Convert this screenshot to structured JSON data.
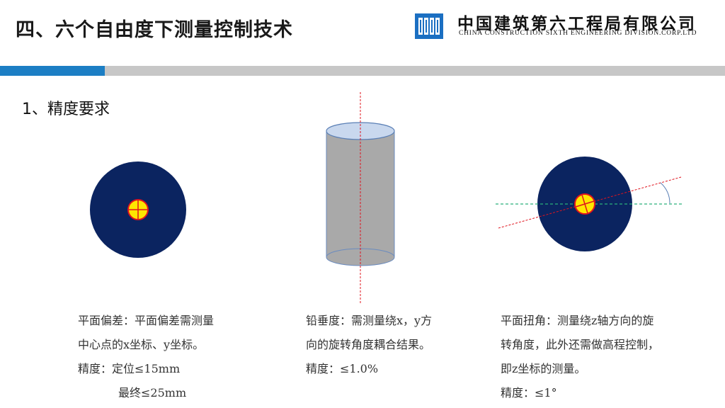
{
  "header": {
    "title": "四、六个自由度下测量控制技术",
    "company_cn": "中国建筑第六工程局有限公司",
    "company_en": "CHINA CONSTRUCTION SIXTH ENGINEERING DIVISION.CORP.LTD",
    "logo": "cscec-logo"
  },
  "section_title": "1、精度要求",
  "panels": {
    "plane_deviation": {
      "line1": "平面偏差：平面偏差需测量",
      "line2": "中心点的x坐标、y坐标。",
      "line3": "精度：定位≤15mm",
      "line4": "最终≤25mm"
    },
    "verticality": {
      "line1": "铅垂度：需测量绕x，y方",
      "line2": "向的旋转角度耦合结果。",
      "line3": "精度：≤1.0%"
    },
    "plane_twist": {
      "line1": "平面扭角：测量绕z轴方向的旋",
      "line2": "转角度，此外还需做高程控制，",
      "line3": "即z坐标的测量。",
      "line4": "精度：≤1°"
    }
  },
  "colors": {
    "accent_blue": "#1c7ec4",
    "bar_gray": "#c7c7c7",
    "disk_navy": "#0b2460",
    "center_yellow": "#ffe600",
    "center_red": "#e0141e",
    "column_gray": "#a9a9a9",
    "axis_red": "#e0141e",
    "axis_green": "#2bb07a"
  }
}
